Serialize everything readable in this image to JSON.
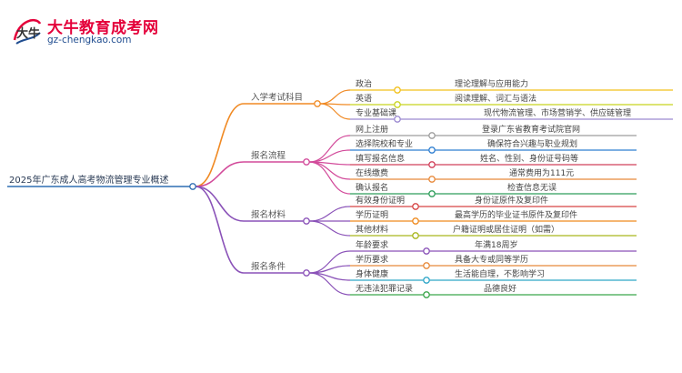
{
  "logo": {
    "mark_text": "大牛",
    "title": "大牛教育成考网",
    "subtitle": "gz-chengkao.com"
  },
  "root": {
    "label": "2025年广东成人高考物流管理专业概述",
    "color": "#2f6fb3"
  },
  "branches": [
    {
      "label": "入学考试科目",
      "color": "#f08a24",
      "children": [
        {
          "label": "政治",
          "color": "#f2c01a",
          "leaf": "理论理解与应用能力"
        },
        {
          "label": "英语",
          "color": "#c8d41f",
          "leaf": "阅读理解、词汇与语法"
        },
        {
          "label": "专业基础课",
          "color": "#9c8ad1",
          "leaf": "现代物流管理、市场营销学、供应链管理"
        }
      ]
    },
    {
      "label": "报名流程",
      "color": "#d24a9a",
      "children": [
        {
          "label": "网上注册",
          "color": "#9e9e9e",
          "leaf": "登录广东省教育考试院官网"
        },
        {
          "label": "选择院校和专业",
          "color": "#2f7fd1",
          "leaf": "确保符合兴趣与职业规划"
        },
        {
          "label": "填写报名信息",
          "color": "#d1405a",
          "leaf": "姓名、性别、身份证号码等"
        },
        {
          "label": "在线缴费",
          "color": "#e8893a",
          "leaf": "通常费用为111元"
        },
        {
          "label": "确认报名",
          "color": "#2e9e5b",
          "leaf": "检查信息无误"
        }
      ]
    },
    {
      "label": "报名材料",
      "color": "#8a52b8",
      "children": [
        {
          "label": "有效身份证明",
          "color": "#d64545",
          "leaf": "身份证原件及复印件"
        },
        {
          "label": "学历证明",
          "color": "#ef8a1e",
          "leaf": "最高学历的毕业证书原件及复印件"
        },
        {
          "label": "其他材料",
          "color": "#a9b61c",
          "leaf": "户籍证明或居住证明（如需）"
        }
      ]
    },
    {
      "label": "报名条件",
      "color": "#8a52b8",
      "children": [
        {
          "label": "年龄要求",
          "color": "#8a52b8",
          "leaf": "年满18周岁"
        },
        {
          "label": "学历要求",
          "color": "#e8893a",
          "leaf": "具备大专或同等学历"
        },
        {
          "label": "身体健康",
          "color": "#2fa6c8",
          "leaf": "生活能自理，不影响学习"
        },
        {
          "label": "无违法犯罪记录",
          "color": "#3aa64a",
          "leaf": "品德良好"
        }
      ]
    }
  ]
}
